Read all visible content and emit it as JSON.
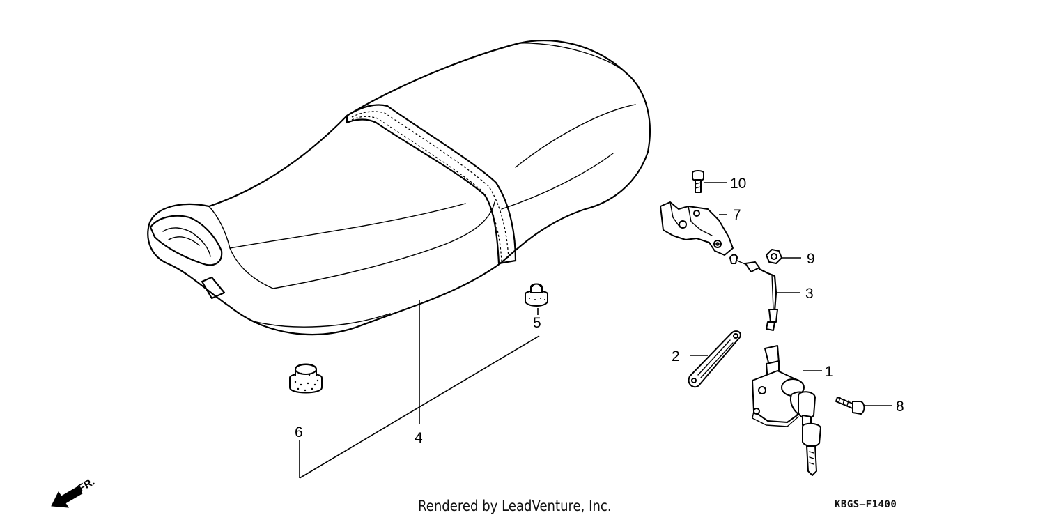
{
  "diagram": {
    "callouts": [
      "1",
      "2",
      "3",
      "4",
      "5",
      "6",
      "7",
      "8",
      "9",
      "10"
    ],
    "direction_label": "FR.",
    "credit": "Rendered by LeadVenture, Inc.",
    "drawing_code": "KBGS–F1400"
  }
}
